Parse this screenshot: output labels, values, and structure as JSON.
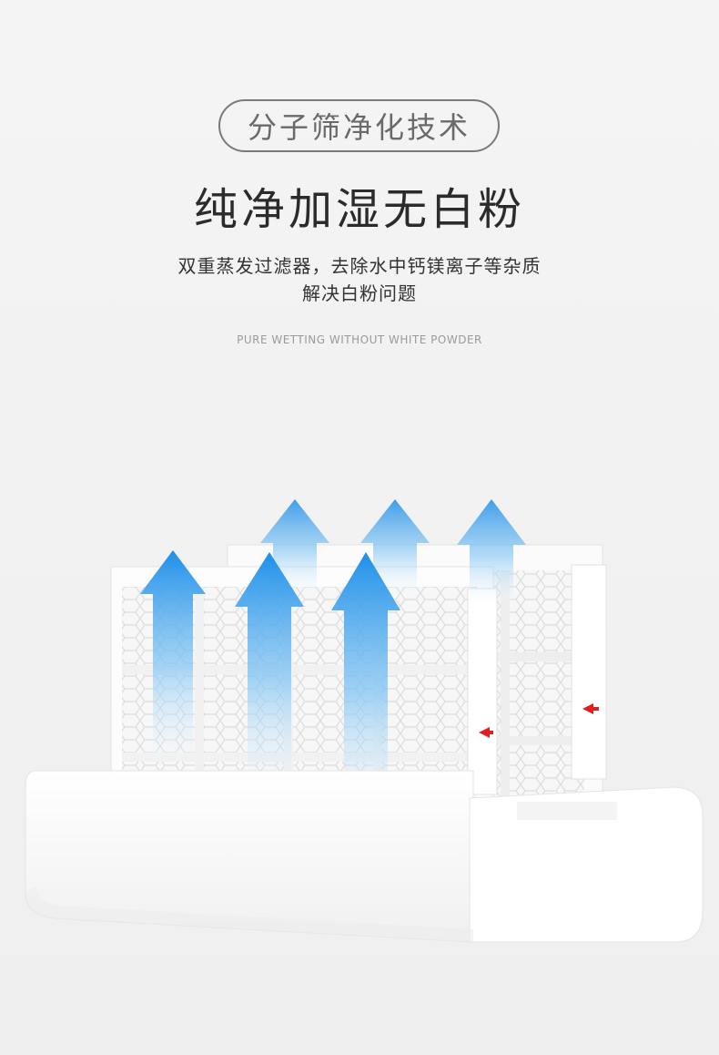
{
  "header": {
    "badge_label": "分子筛净化技术",
    "headline": "纯净加湿无白粉",
    "description_line1": "双重蒸发过滤器，去除水中钙镁离子等杂质",
    "description_line2": "解决白粉问题",
    "english_caption": "PURE WETTING WITHOUT WHITE POWDER"
  },
  "colors": {
    "background": "#f2f2f2",
    "badge_border": "#7a7a7a",
    "headline_text": "#2b2b2b",
    "arrow_blue": "#1e8fe8",
    "arrow_light": "#d6ecfb",
    "label_red": "#e02020"
  },
  "product": {
    "icon": "humidifier-filter-illustration"
  }
}
